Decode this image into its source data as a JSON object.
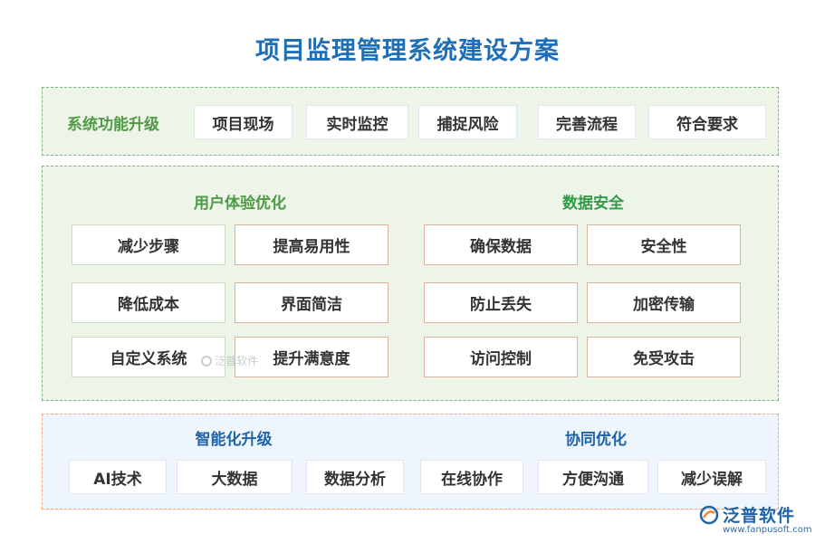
{
  "title": "项目监理管理系统建设方案",
  "upgrade": {
    "label": "系统功能升级",
    "items": [
      "项目现场",
      "实时监控",
      "捕捉风险",
      "完善流程",
      "符合要求"
    ]
  },
  "experience": {
    "label": "用户体验优化",
    "items": [
      "减少步骤",
      "提高易用性",
      "降低成本",
      "界面简洁",
      "自定义系统",
      "提升满意度"
    ]
  },
  "security": {
    "label": "数据安全",
    "items": [
      "确保数据",
      "安全性",
      "防止丢失",
      "加密传输",
      "访问控制",
      "免受攻击"
    ]
  },
  "smart": {
    "label": "智能化升级",
    "items": [
      "AI技术",
      "大数据",
      "数据分析"
    ]
  },
  "collab": {
    "label": "协同优化",
    "items": [
      "在线协作",
      "方便沟通",
      "减少误解"
    ]
  },
  "brand": {
    "name": "泛普软件",
    "url": "www.fanpusoft.com",
    "watermark": "泛普软件",
    "color": "#1f63a8"
  }
}
